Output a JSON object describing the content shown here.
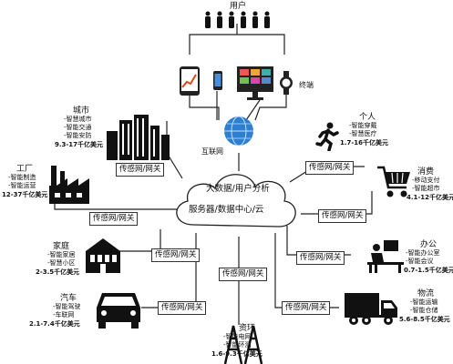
{
  "top": {
    "users_label": "用户",
    "terminal_label": "终端",
    "internet_label": "互联网"
  },
  "cloud": {
    "line1": "大数据/用户分析",
    "line2": "服务器/数据中心/云"
  },
  "gateway_label": "传感网/网关",
  "sectors": {
    "city": {
      "title": "城市",
      "items": [
        "-智慧城市",
        "-智能交通",
        "-智能安防"
      ],
      "value": "9.3-17千亿美元"
    },
    "factory": {
      "title": "工厂",
      "items": [
        "-智能制造",
        "-智能运营"
      ],
      "value": "12-37千亿美元"
    },
    "home": {
      "title": "家庭",
      "items": [
        "-智能家居",
        "-智慧小区"
      ],
      "value": "2-3.5千亿美元"
    },
    "car": {
      "title": "汽车",
      "items": [
        "-智能驾驶",
        "-车联网"
      ],
      "value": "2.1-7.4千亿美元"
    },
    "resource": {
      "title": "资环",
      "items": [
        "-智能电网",
        "-智能环测"
      ],
      "value": "1.6-9.3千亿美元"
    },
    "logistics": {
      "title": "物流",
      "items": [
        "-智能运输",
        "-智能仓储"
      ],
      "value": "5.6-8.5千亿美元"
    },
    "office": {
      "title": "办公",
      "items": [
        "-智能办公室",
        "-智能会议"
      ],
      "value": "0.7-1.5千亿美元"
    },
    "consumer": {
      "title": "消费",
      "items": [
        "-移动支付",
        "-智能超市"
      ],
      "value": "4.1-12千亿美元"
    },
    "personal": {
      "title": "个人",
      "items": [
        "-智能穿戴",
        "-智慧医疗"
      ],
      "value": "1.7-16千亿美元"
    }
  }
}
